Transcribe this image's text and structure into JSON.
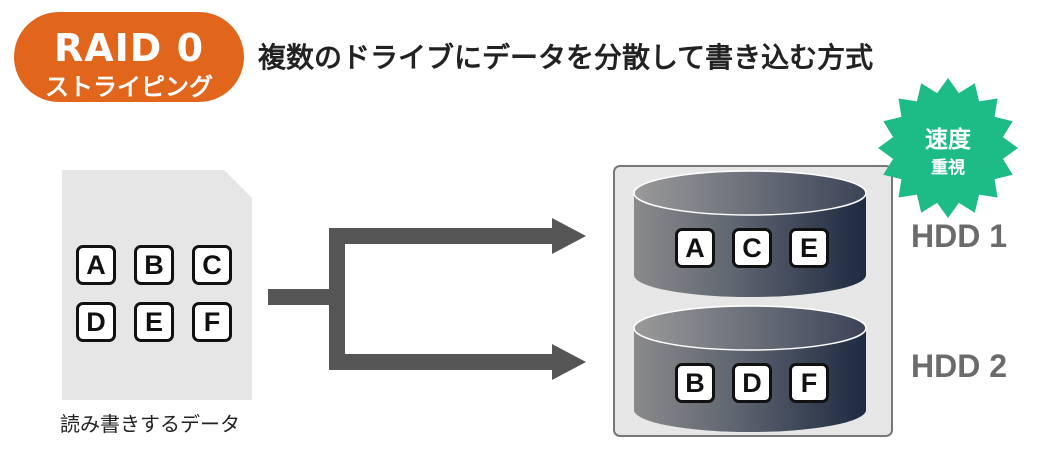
{
  "badge": {
    "title": "RAID 0",
    "subtitle": "ストライピング"
  },
  "headline": "複数のドライブにデータを分散して書き込む方式",
  "source": {
    "label": "読み書きするデータ",
    "blocks": [
      "A",
      "B",
      "C",
      "D",
      "E",
      "F"
    ]
  },
  "star": {
    "line1": "速度",
    "line2": "重視",
    "color": "#1dbb86"
  },
  "drives": [
    {
      "name": "HDD 1",
      "blocks": [
        "A",
        "C",
        "E"
      ]
    },
    {
      "name": "HDD 2",
      "blocks": [
        "B",
        "D",
        "F"
      ]
    }
  ],
  "colors": {
    "badge": "#e2651c",
    "arrow": "#555555",
    "panel": "#e6e6e6",
    "disk_dark": "#1e2a40"
  }
}
